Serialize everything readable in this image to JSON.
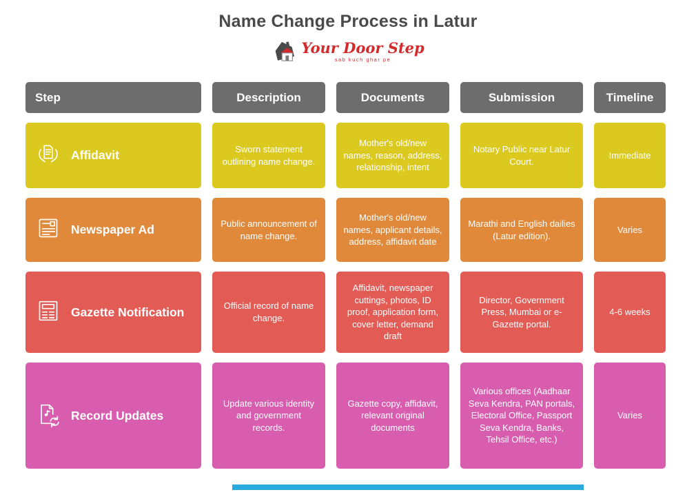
{
  "page": {
    "title": "Name Change Process in Latur"
  },
  "logo": {
    "brand": "Your Door Step",
    "tagline": "sab kuch ghar pe",
    "icon": "house-logo-icon"
  },
  "table": {
    "headers": [
      "Step",
      "Description",
      "Documents",
      "Submission",
      "Timeline"
    ],
    "rows": [
      {
        "step": "Affidavit",
        "icon": "affidavit-hands-document-icon",
        "color": "#dcc91f",
        "description": "Sworn statement outlining name change.",
        "documents": "Mother's old/new names, reason, address, relationship, intent",
        "submission": "Notary Public near Latur Court.",
        "timeline": "Immediate"
      },
      {
        "step": "Newspaper Ad",
        "icon": "newspaper-icon",
        "color": "#e0893b",
        "description": "Public announcement of name change.",
        "documents": "Mother's old/new names, applicant details, address, affidavit date",
        "submission": "Marathi and English dailies (Latur edition).",
        "timeline": "Varies"
      },
      {
        "step": "Gazette Notification",
        "icon": "gazette-document-icon",
        "color": "#e25b55",
        "description": "Official record of name change.",
        "documents": "Affidavit, newspaper cuttings, photos, ID proof, application form, cover letter, demand draft",
        "submission": "Director, Government Press, Mumbai or e-Gazette portal.",
        "timeline": "4-6 weeks"
      },
      {
        "step": "Record Updates",
        "icon": "file-sync-icon",
        "color": "#d95dae",
        "description": "Update various identity and government records.",
        "documents": "Gazette copy, affidavit, relevant original documents",
        "submission": "Various offices (Aadhaar Seva Kendra, PAN portals, Electoral Office, Passport Seva Kendra, Banks, Tehsil Office, etc.)",
        "timeline": "Varies"
      }
    ]
  },
  "colors": {
    "header_bg": "#6d6d6d",
    "title_text": "#4a4a4a",
    "brand_red": "#d32a2c",
    "footer_bar_blue": "#29a9e0"
  }
}
